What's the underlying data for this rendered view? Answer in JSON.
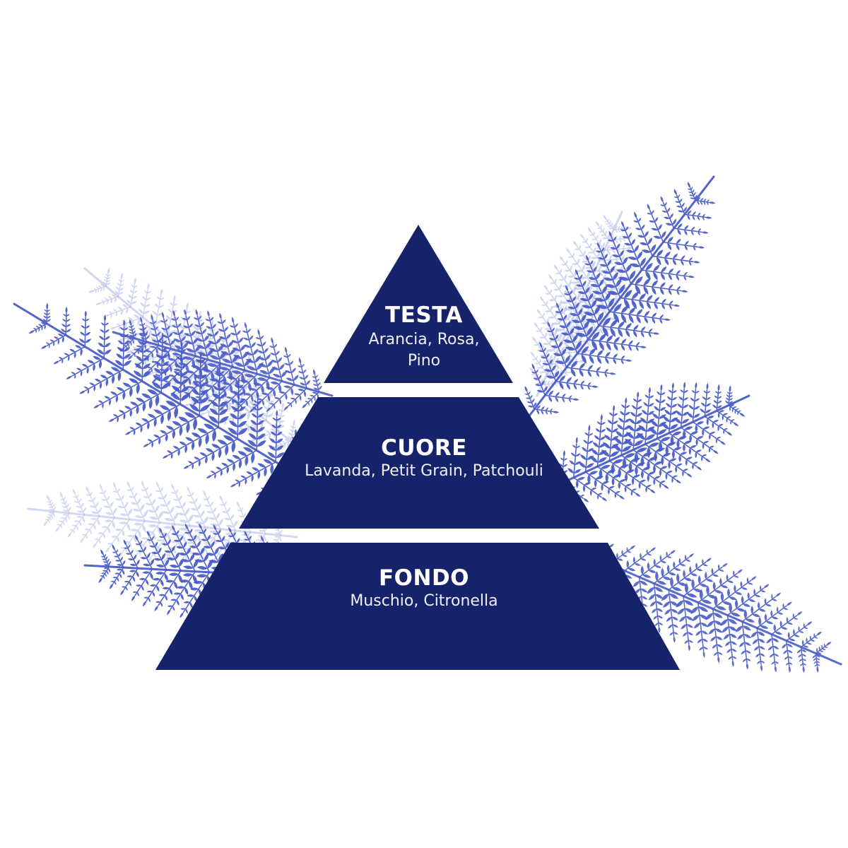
{
  "pyramid": {
    "tiers": [
      {
        "title": "TESTA",
        "notes": "Arancia, Rosa, Pino"
      },
      {
        "title": "CUORE",
        "notes": "Lavanda, Petit Grain, Patchouli"
      },
      {
        "title": "FONDO",
        "notes": "Muschio, Citronella"
      }
    ]
  },
  "decoration": {
    "left": "fern-leaves-illustration",
    "right": "fern-leaves-illustration"
  },
  "colors": {
    "pyramid": "#16236a",
    "fern": "#4a5cc8",
    "fern_light": "#aab4e6",
    "text": "#ffffff",
    "background": "#ffffff"
  }
}
